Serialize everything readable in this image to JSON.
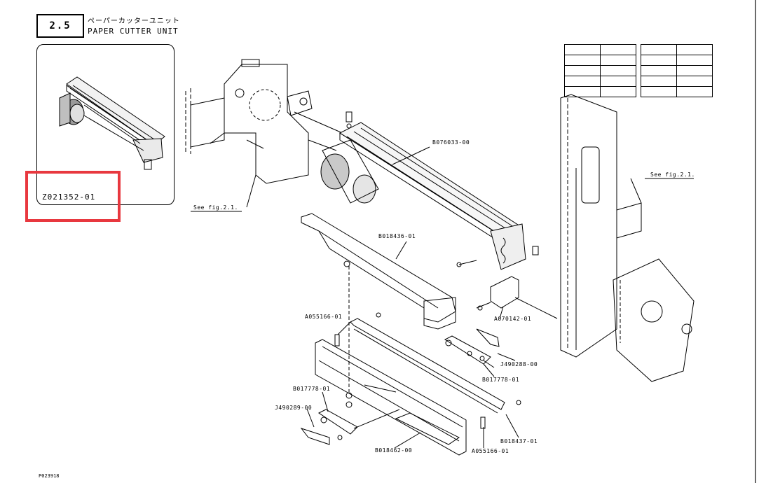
{
  "section": {
    "number": "2.5",
    "title_jp": "ペーパーカッターユニット",
    "title_en": "PAPER CUTTER UNIT"
  },
  "thumbnail": {
    "part_code": "Z021352-01"
  },
  "highlight": {
    "color": "#e8383f"
  },
  "parts": {
    "b076033": "B076033-00",
    "b018436": "B018436-01",
    "a055166_top": "A055166-01",
    "a070142": "A070142-01",
    "j490288": "J490288-00",
    "b017778_right": "B017778-01",
    "b017778_left": "B017778-01",
    "j490289": "J490289-00",
    "b018462": "B018462-00",
    "a055166_bottom": "A055166-01",
    "b018437": "B018437-01"
  },
  "references": {
    "left_see": "See fig.2.1.",
    "right_see": "See fig.2.1."
  },
  "footer": {
    "page_code": "P023918"
  }
}
